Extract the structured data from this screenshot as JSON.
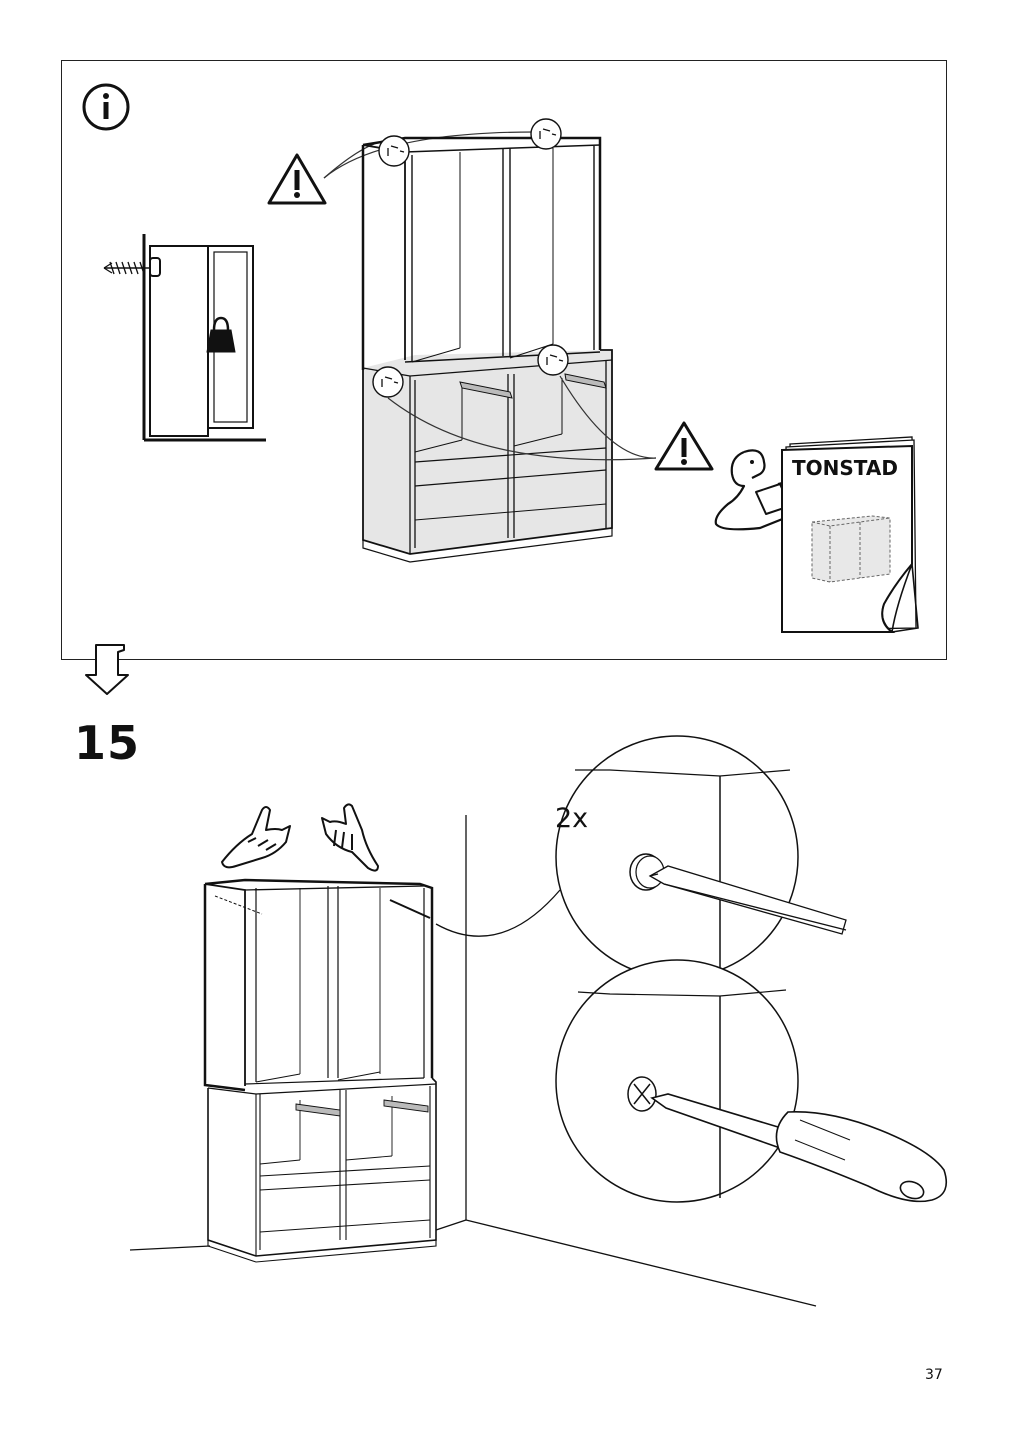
{
  "page": {
    "booklet_title": "TONSTAD",
    "step_number": "15",
    "quantity": "2x",
    "page_number": "37"
  },
  "icons": {
    "info": "info-icon",
    "warning": "warning-icon",
    "next_step": "down-arrow-icon",
    "read_manual": "person-reading-icon",
    "tools": [
      "pencil-icon",
      "screwdriver-icon"
    ]
  }
}
